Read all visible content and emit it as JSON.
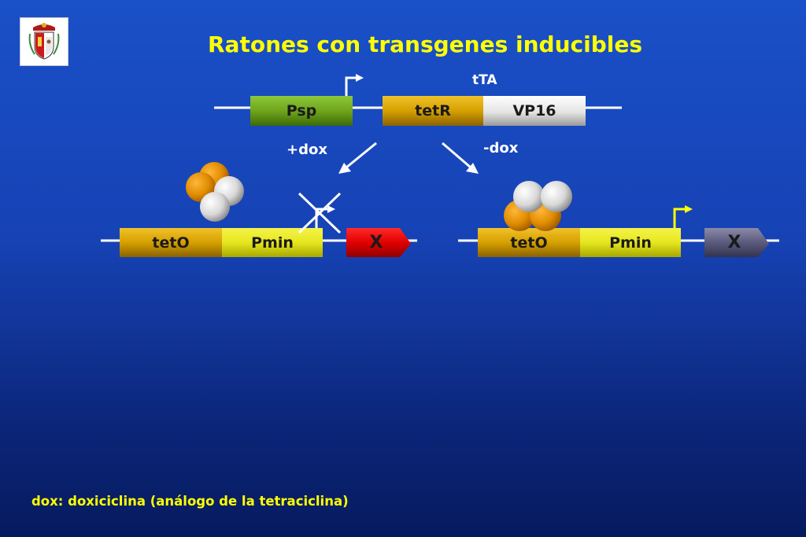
{
  "title": "Ratones con transgenes inducibles",
  "footnote": "dox: doxiciclina (análogo de la tetraciclina)",
  "logo_icon": "coat-of-arms-icon",
  "top_construct": {
    "tta_label": "tTA",
    "promoter": "Psp",
    "tetR": "tetR",
    "vp16": "VP16"
  },
  "plus_dox": "+dox",
  "minus_dox": "-dox",
  "left_construct": {
    "teto": "tetO",
    "pmin": "Pmin",
    "gene": "X"
  },
  "right_construct": {
    "teto": "tetO",
    "pmin": "Pmin",
    "gene": "X"
  },
  "colors": {
    "title": "#ffff00",
    "promoter_green": "#6fa51c",
    "orange": "#e08c00",
    "gold": "#d6a800",
    "yellow": "#e6e61e",
    "silver": "#e8e8e8",
    "gene_red": "#e00000",
    "gene_grey": "#55557a",
    "expression_arrow": "#ffff00"
  }
}
